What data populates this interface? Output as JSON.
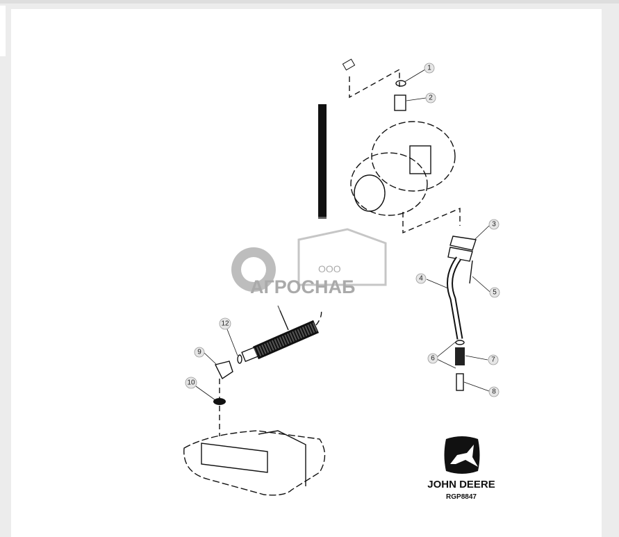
{
  "diagram": {
    "callouts": [
      {
        "label": "1"
      },
      {
        "label": "2"
      },
      {
        "label": "3"
      },
      {
        "label": "4"
      },
      {
        "label": "5"
      },
      {
        "label": "6"
      },
      {
        "label": "7"
      },
      {
        "label": "8"
      },
      {
        "label": "9"
      },
      {
        "label": "10"
      },
      {
        "label": "12"
      }
    ],
    "watermark": {
      "line1": "ООО",
      "line2": "АГРОСНАБ"
    },
    "brand": {
      "name": "JOHN DEERE",
      "code": "RGP8847"
    }
  }
}
